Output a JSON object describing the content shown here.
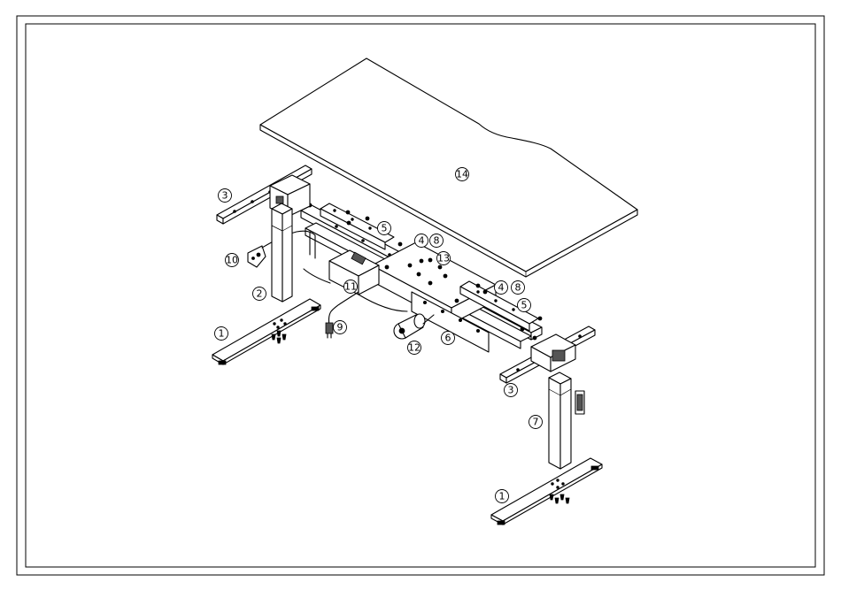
{
  "callouts": [
    {
      "id": "c14a",
      "label": "14"
    },
    {
      "id": "c3a",
      "label": "3"
    },
    {
      "id": "c5a",
      "label": "5"
    },
    {
      "id": "c4a",
      "label": "4"
    },
    {
      "id": "c8a",
      "label": "8"
    },
    {
      "id": "c13",
      "label": "13"
    },
    {
      "id": "c10",
      "label": "10"
    },
    {
      "id": "c11",
      "label": "11"
    },
    {
      "id": "c2",
      "label": "2"
    },
    {
      "id": "c4b",
      "label": "4"
    },
    {
      "id": "c8b",
      "label": "8"
    },
    {
      "id": "c5b",
      "label": "5"
    },
    {
      "id": "c1a",
      "label": "1"
    },
    {
      "id": "c9",
      "label": "9"
    },
    {
      "id": "c6",
      "label": "6"
    },
    {
      "id": "c12",
      "label": "12"
    },
    {
      "id": "c3b",
      "label": "3"
    },
    {
      "id": "c7",
      "label": "7"
    },
    {
      "id": "c1b",
      "label": "1"
    }
  ]
}
